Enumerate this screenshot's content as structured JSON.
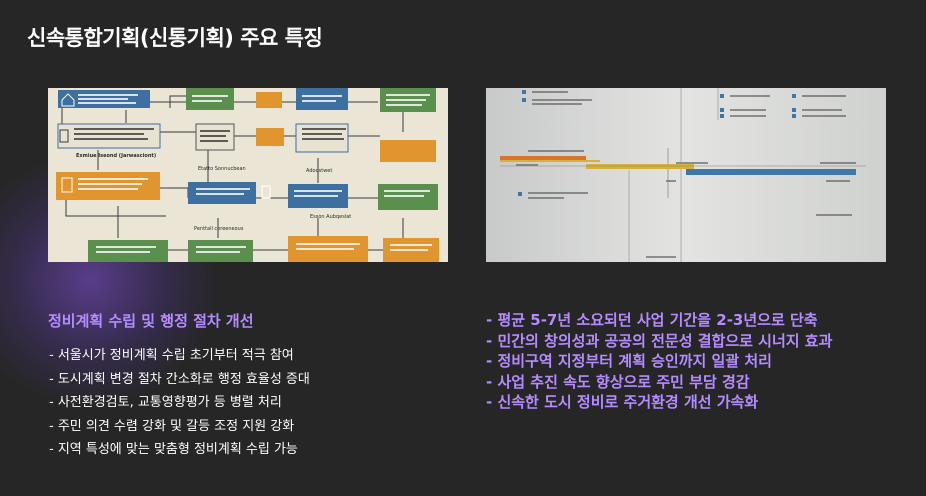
{
  "title": "신속통합기획(신통기획) 주요 특징",
  "section": {
    "heading": "정비계획 수립 및 행정 절차 개선",
    "items": [
      "- 서울시가 정비계획 수립 초기부터 적극 참여",
      "- 도시계획 변경 절차 간소화로 행정 효율성 증대",
      "- 사전환경검토, 교통영향평가 등 병렬 처리",
      "- 주민 의견 수렴 강화 및 갈등 조정 지원 강화",
      "- 지역 특성에 맞는 맞춤형 정비계획 수립 가능"
    ]
  },
  "highlights": [
    "- 평균 5-7년 소요되던 사업 기간을 2-3년으로 단축",
    "- 민간의 창의성과 공공의 전문성 결합으로 시너지 효과",
    "- 정비구역 지정부터 계획 승인까지 일괄 처리",
    "- 사업 추진 속도 향상으로 주민 부담 경감",
    "- 신속한 도시 정비로 주거환경 개선 가속화"
  ],
  "left_image": {
    "labels": [
      "Exmiue Iseond (Jarwasciont)",
      "Etatto Sonnucbean",
      "Adoostwet",
      "Penttall coreeneous",
      "Esson Aubqeslat"
    ]
  },
  "colors": {
    "accent": "#b48cff",
    "background": "#262626",
    "box_blue": "#3d6fa0",
    "box_green": "#5b8f4e",
    "box_orange": "#e0952f",
    "bar_orange": "#d8742e",
    "bar_yellow": "#d7b23a",
    "bar_blue": "#3f77a8"
  }
}
